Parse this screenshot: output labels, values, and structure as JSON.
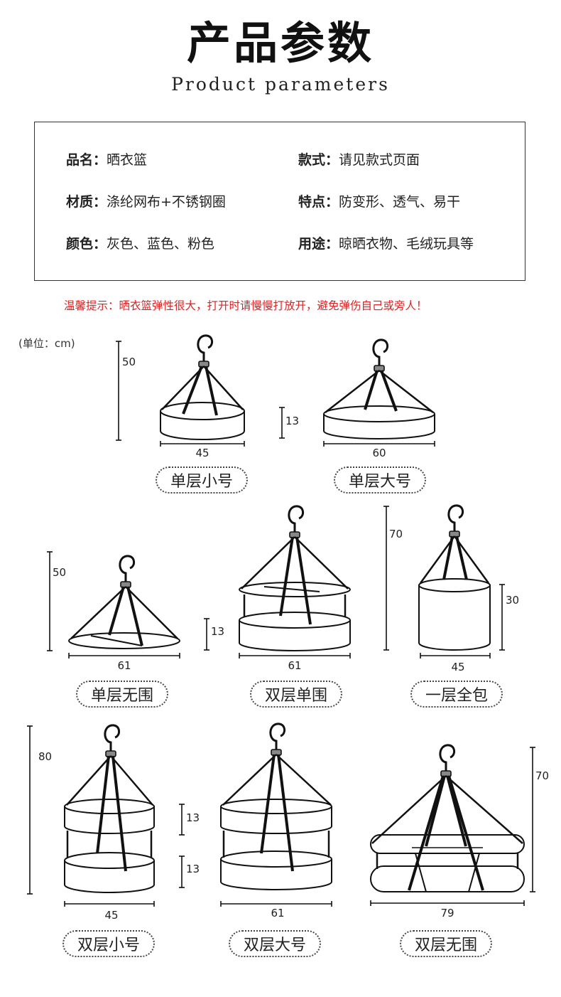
{
  "header": {
    "title_cn": "产品参数",
    "title_en": "Product parameters"
  },
  "params": [
    {
      "label": "品名：",
      "value": "晒衣篮"
    },
    {
      "label": "款式：",
      "value": "请见款式页面"
    },
    {
      "label": "材质：",
      "value": "涤纶网布+不锈钢圈"
    },
    {
      "label": "特点：",
      "value": "防变形、透气、易干"
    },
    {
      "label": "颜色：",
      "value": "灰色、蓝色、粉色"
    },
    {
      "label": "用途：",
      "value": "晾晒衣物、毛绒玩具等"
    }
  ],
  "warning": "温馨提示：晒衣篮弹性很大，打开时请慢慢打放开，避免弹伤自己或旁人！",
  "unit_label": "(单位：cm)",
  "colors": {
    "warning": "#e02020",
    "line": "#111111"
  },
  "products": [
    {
      "name": "单层小号",
      "width": "45",
      "height": "50"
    },
    {
      "name": "单层大号",
      "width": "60",
      "ring": "13"
    },
    {
      "name": "单层无围",
      "width": "61",
      "height": "50"
    },
    {
      "name": "双层单围",
      "width": "61",
      "ring": "13"
    },
    {
      "name": "一层全包",
      "width": "45",
      "height": "70",
      "ring": "30"
    },
    {
      "name": "双层小号",
      "width": "45",
      "height": "80"
    },
    {
      "name": "双层大号",
      "width": "61",
      "ring": "13",
      "ring2": "13"
    },
    {
      "name": "双层无围",
      "width": "79",
      "height": "70"
    }
  ]
}
